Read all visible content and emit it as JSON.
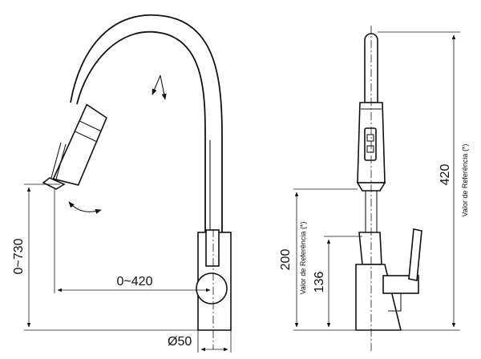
{
  "dimensions": {
    "height_range": "0~730",
    "reach_range": "0~420",
    "base_diameter": "Ø50",
    "total_height": "420",
    "body_height": "200",
    "lever_height": "136"
  },
  "reference_note_label": "Valor de Referência (*)"
}
